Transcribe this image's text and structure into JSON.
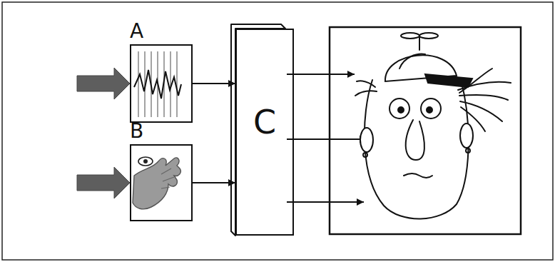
{
  "diagram": {
    "nodes": [
      {
        "text": [
          "A"
        ]
      },
      {
        "text": [
          "B"
        ]
      },
      {
        "text": [
          "C"
        ]
      }
    ],
    "edges": [
      {
        "from": 0,
        "to": 2,
        "arrow": "to"
      },
      {
        "from": 1,
        "to": 2,
        "arrow": "to"
      }
    ]
  }
}
